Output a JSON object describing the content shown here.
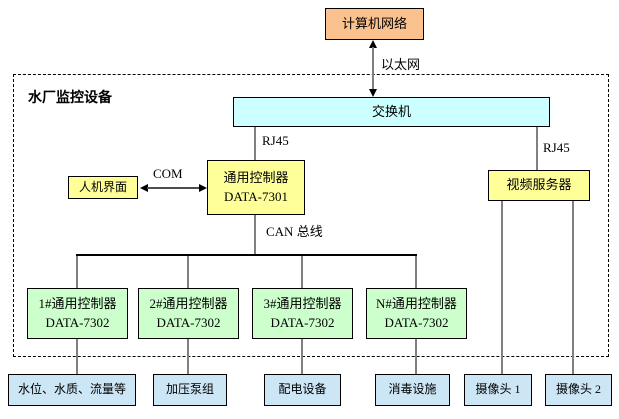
{
  "diagram": {
    "enclosure_label": "水厂监控设备",
    "colors": {
      "computer_network_fill": "#FBC28F",
      "switch_fill": "#CCFFFF",
      "controller_fill": "#FFFF99",
      "sub_controller_fill": "#CCFFCC",
      "device_fill": "#CDE6F6",
      "line_gray": "#808080",
      "border": "#000000"
    },
    "nodes": {
      "computer_network": {
        "label": "计算机网络"
      },
      "switch": {
        "label": "交换机"
      },
      "hmi": {
        "label": "人机界面"
      },
      "main_controller": {
        "line1": "通用控制器",
        "line2": "DATA-7301"
      },
      "video_server": {
        "label": "视频服务器"
      },
      "controllers": [
        {
          "line1": "1#通用控制器",
          "line2": "DATA-7302"
        },
        {
          "line1": "2#通用控制器",
          "line2": "DATA-7302"
        },
        {
          "line1": "3#通用控制器",
          "line2": "DATA-7302"
        },
        {
          "line1": "N#通用控制器",
          "line2": "DATA-7302"
        }
      ],
      "devices": [
        {
          "label": "水位、水质、流量等"
        },
        {
          "label": "加压泵组"
        },
        {
          "label": "配电设备"
        },
        {
          "label": "消毒设施"
        },
        {
          "label": "摄像头 1"
        },
        {
          "label": "摄像头 2"
        }
      ]
    },
    "edge_labels": {
      "ethernet": "以太网",
      "rj45_left": "RJ45",
      "rj45_right": "RJ45",
      "com": "COM",
      "can_bus": "CAN 总线"
    }
  }
}
